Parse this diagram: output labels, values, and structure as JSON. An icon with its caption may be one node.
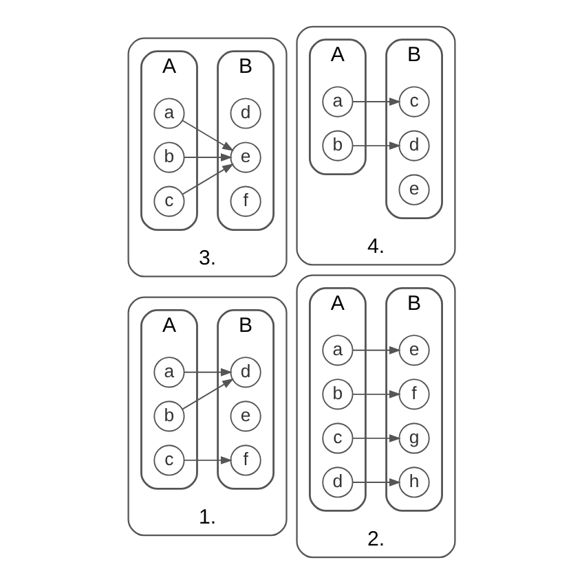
{
  "diagram": {
    "nodes": [
      {
        "text": [
          "1."
        ]
      },
      {
        "text": [
          "A"
        ],
        "in": 0
      },
      {
        "text": [
          "a"
        ],
        "in": 1
      },
      {
        "text": [
          "b"
        ],
        "in": 1
      },
      {
        "text": [
          "c"
        ],
        "in": 1
      },
      {
        "text": [
          "B"
        ],
        "in": 0
      },
      {
        "text": [
          "d"
        ],
        "in": 5
      },
      {
        "text": [
          "e"
        ],
        "in": 5
      },
      {
        "text": [
          "f"
        ],
        "in": 5
      },
      {
        "text": [
          "2."
        ]
      },
      {
        "text": [
          "A"
        ],
        "in": 9
      },
      {
        "text": [
          "a"
        ],
        "in": 10
      },
      {
        "text": [
          "b"
        ],
        "in": 10
      },
      {
        "text": [
          "c"
        ],
        "in": 10
      },
      {
        "text": [
          "d"
        ],
        "in": 10
      },
      {
        "text": [
          "B"
        ],
        "in": 9
      },
      {
        "text": [
          "e"
        ],
        "in": 15
      },
      {
        "text": [
          "f"
        ],
        "in": 15
      },
      {
        "text": [
          "g"
        ],
        "in": 15
      },
      {
        "text": [
          "h"
        ],
        "in": 15
      },
      {
        "text": [
          "3."
        ]
      },
      {
        "text": [
          "A"
        ],
        "in": 20
      },
      {
        "text": [
          "a"
        ],
        "in": 21
      },
      {
        "text": [
          "b"
        ],
        "in": 21
      },
      {
        "text": [
          "c"
        ],
        "in": 21
      },
      {
        "text": [
          "B"
        ],
        "in": 20
      },
      {
        "text": [
          "d"
        ],
        "in": 25
      },
      {
        "text": [
          "e"
        ],
        "in": 25
      },
      {
        "text": [
          "f"
        ],
        "in": 25
      },
      {
        "text": [
          "4."
        ]
      },
      {
        "text": [
          "A"
        ],
        "in": 29
      },
      {
        "text": [
          "a"
        ],
        "in": 30
      },
      {
        "text": [
          "b"
        ],
        "in": 30
      },
      {
        "text": [
          "B"
        ],
        "in": 29
      },
      {
        "text": [
          "c"
        ],
        "in": 33
      },
      {
        "text": [
          "d"
        ],
        "in": 33
      },
      {
        "text": [
          "e"
        ],
        "in": 33
      }
    ],
    "edges": [
      {
        "from": 2,
        "to": 6,
        "arrow": "to"
      },
      {
        "from": 3,
        "to": 6,
        "arrow": "to"
      },
      {
        "from": 4,
        "to": 8,
        "arrow": "to"
      },
      {
        "from": 11,
        "to": 16,
        "arrow": "to"
      },
      {
        "from": 12,
        "to": 17,
        "arrow": "to"
      },
      {
        "from": 13,
        "to": 18,
        "arrow": "to"
      },
      {
        "from": 14,
        "to": 19,
        "arrow": "to"
      },
      {
        "from": 22,
        "to": 27,
        "arrow": "to"
      },
      {
        "from": 23,
        "to": 27,
        "arrow": "to"
      },
      {
        "from": 24,
        "to": 27,
        "arrow": "to"
      },
      {
        "from": 31,
        "to": 34,
        "arrow": "to"
      },
      {
        "from": 32,
        "to": 35,
        "arrow": "to"
      }
    ]
  }
}
